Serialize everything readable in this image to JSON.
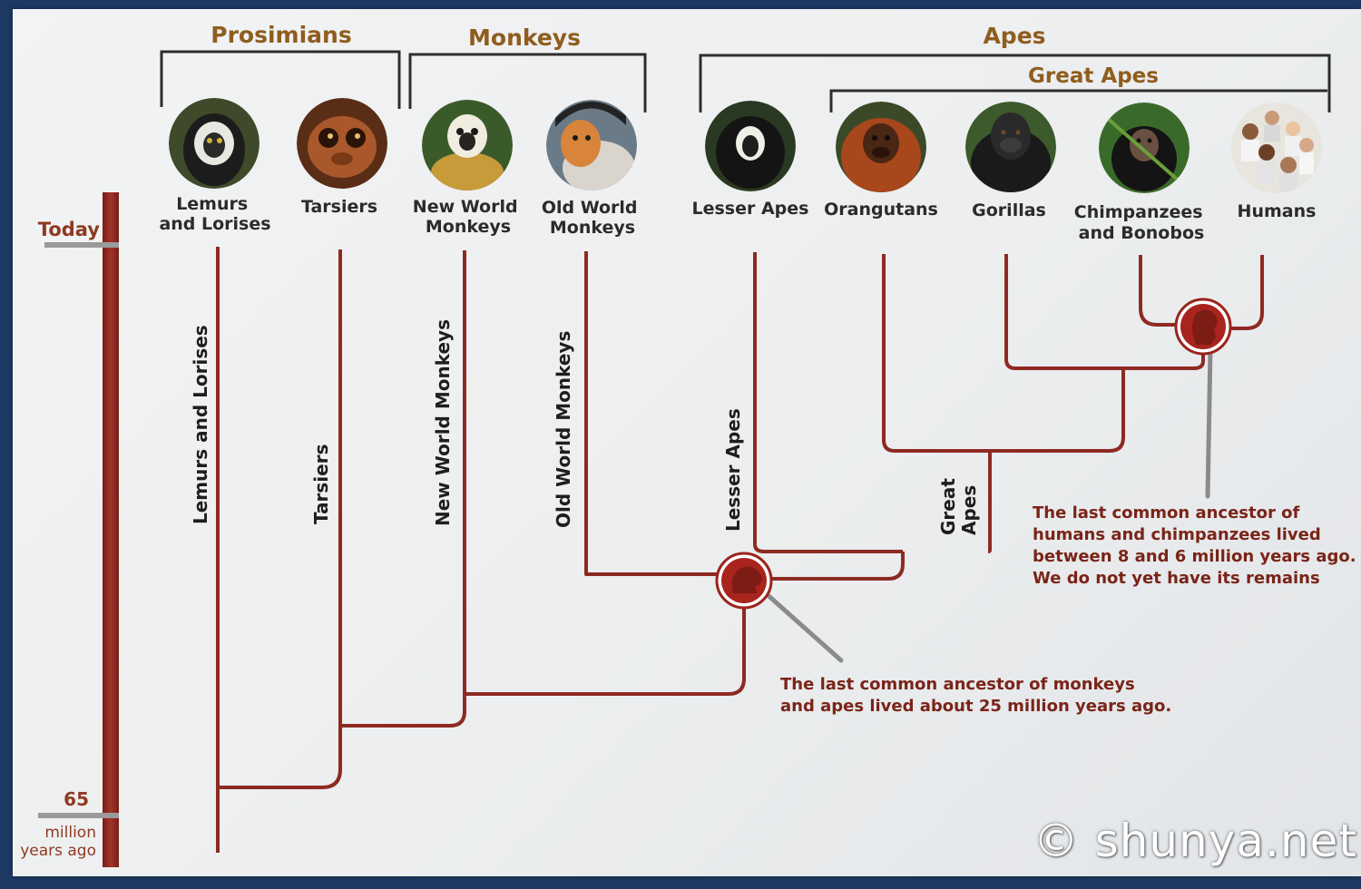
{
  "groups": {
    "prosimians": "Prosimians",
    "monkeys": "Monkeys",
    "apes": "Apes",
    "great_apes": "Great Apes"
  },
  "photo_labels": [
    [
      "Lemurs",
      "and Lorises"
    ],
    [
      "Tarsiers"
    ],
    [
      "New World",
      "Monkeys"
    ],
    [
      "Old World",
      "Monkeys"
    ],
    [
      "Lesser Apes"
    ],
    [
      "Orangutans"
    ],
    [
      "Gorillas"
    ],
    [
      "Chimpanzees",
      "and Bonobos"
    ],
    [
      "Humans"
    ]
  ],
  "branch_labels": {
    "lemurs": "Lemurs and Lorises",
    "tarsiers": "Tarsiers",
    "new_world": "New World Monkeys",
    "old_world": "Old World Monkeys",
    "lesser_apes": "Lesser Apes",
    "great_apes_1": "Great",
    "great_apes_2": "Apes"
  },
  "timeline": {
    "today": "Today",
    "start_value": "65",
    "unit_1": "million",
    "unit_2": "years ago"
  },
  "notes": {
    "monkeys_apes": [
      "The last common ancestor of monkeys",
      "and apes lived about 25 million years ago."
    ],
    "humans_chimps": [
      "The last common ancestor of",
      "humans and chimpanzees lived",
      "between 8 and 6 million years ago.",
      "We do not yet have its remains"
    ]
  },
  "watermark": "© shunya.net",
  "colors": {
    "branch": "#8e2a22",
    "ancestor": "#a8241c",
    "group_title": "#8f5d1e",
    "label": "#2b2b2b",
    "note": "#7a2418",
    "bracket": "#2e2e2e"
  }
}
